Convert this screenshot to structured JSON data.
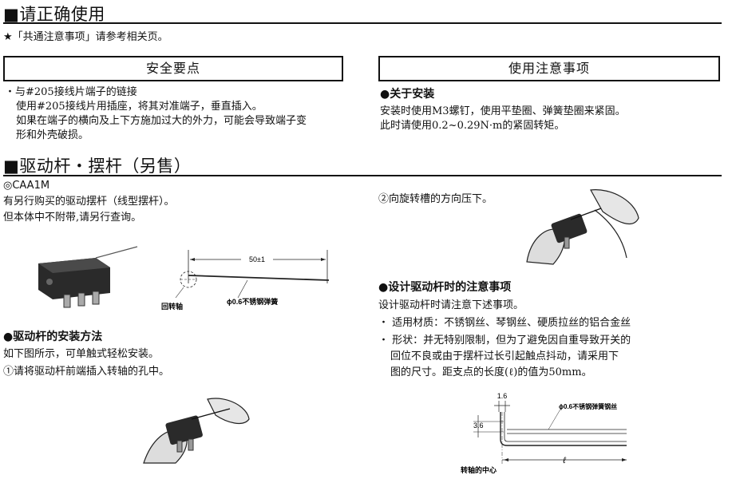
{
  "section1": {
    "title": "■请正确使用",
    "note": "★「共通注意事项」请参考相关页。"
  },
  "safety": {
    "header": "安全要点",
    "line1": "・与#205接线片端子的链接",
    "line2": "使用#205接线片用插座，将其对准端子，垂直插入。",
    "line3": "如果在端子的横向及上下方施加过大的外力，可能会导致端子变",
    "line4": "形和外壳破损。"
  },
  "usage": {
    "header": "使用注意事项",
    "install_title": "●关于安装",
    "line1": "安装时使用M3螺钉，使用平垫圈、弹簧垫圈来紧固。",
    "line2": "此时请使用0.2~0.29N·m的紧固转矩。"
  },
  "section2": {
    "title": "■驱动杆・摆杆（另售）",
    "model": "◎CAA1M",
    "line1": "有另行购买的驱动摆杆（线型摆杆）。",
    "line2": "但本体中不附带,请另行查询。"
  },
  "diagram1": {
    "dim": "50±1",
    "pivot_label": "回转轴",
    "spring_label": "ϕ0.6不锈钢弹簧"
  },
  "install_method": {
    "title": "●驱动杆的安装方法",
    "line1": "如下图所示，可单触式轻松安装。",
    "step1": "①请将驱动杆前端插入转轴的孔中。",
    "step2": "②向旋转槽的方向压下。"
  },
  "design": {
    "title": "●设计驱动杆时的注意事项",
    "line1": "设计驱动杆时请注意下述事项。",
    "item1": "・ 适用材质：不锈钢丝、琴钢丝、硬质拉丝的铝合金丝",
    "item2a": "・ 形状：并无特别限制，但为了避免因自重导致开关的",
    "item2b": "回位不良或由于摆杆过长引起触点抖动，请采用下",
    "item2c": "图的尺寸。距支点的长度(ℓ)的值为50mm。"
  },
  "diagram2": {
    "dim_top": "1.6",
    "dim_side": "3.6",
    "wire_label": "ϕ0.6不锈钢弹簧钢丝",
    "center_label": "转轴的中心",
    "length_label": "ℓ"
  }
}
